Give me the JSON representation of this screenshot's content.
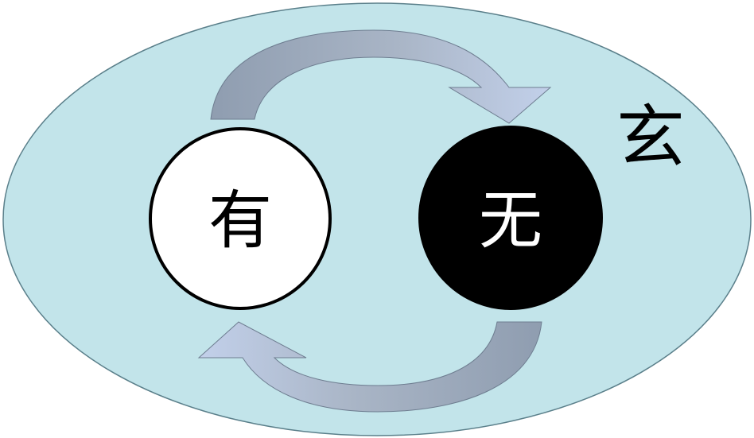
{
  "diagram": {
    "outer_label": "玄",
    "left_node_label": "有",
    "right_node_label": "无"
  },
  "colors": {
    "outer_fill": "#c2e4ea",
    "outer_stroke": "#5a7f8a",
    "arrow_dark": "#8f9db0",
    "arrow_light": "#c2d0ea",
    "left_node_fill": "#ffffff",
    "right_node_fill": "#000000",
    "left_text": "#000000",
    "right_text": "#ffffff"
  }
}
